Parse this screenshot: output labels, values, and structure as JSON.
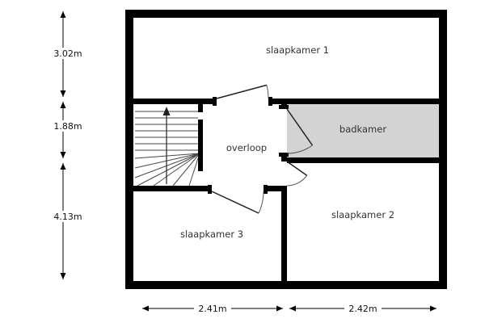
{
  "rooms": {
    "slaapkamer1": "slaapkamer 1",
    "badkamer": "badkamer",
    "overloop": "overloop",
    "slaapkamer2": "slaapkamer 2",
    "slaapkamer3": "slaapkamer 3"
  },
  "dimensions": {
    "height_top": "3.02m",
    "height_middle": "1.88m",
    "height_bottom": "4.13m",
    "width_left": "2.41m",
    "width_right": "2.42m"
  },
  "colors": {
    "wall": "#000000",
    "badkamer_fill": "#d3d3d3",
    "background": "#ffffff"
  }
}
